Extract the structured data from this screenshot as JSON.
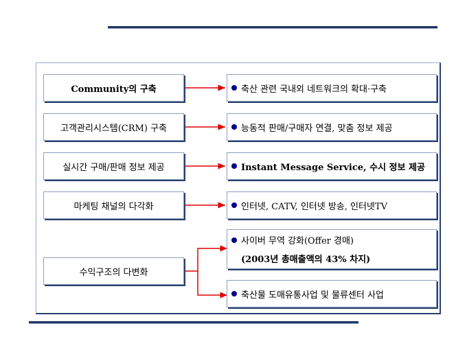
{
  "rows": [
    {
      "left": "Community의 구축",
      "right": "축산 관련 국내외 네트워크의 확대·구축"
    },
    {
      "left": "고객관리시스템(CRM) 구축",
      "right": "능동적 판매/구매자 연결, 맞춤 정보 제공"
    },
    {
      "left": "실시간 구매/판매 정보 제공",
      "right": "Instant Message Service, 수시 정보 제공"
    },
    {
      "left": "마케팅 채널의 다각화",
      "right": "인터넷, CATV, 인터넷 방송, 인터넷TV"
    }
  ],
  "last": {
    "left": "수익구조의 다변화",
    "right1_line1": "사이버 무역 강화(Offer 경매)",
    "right1_line2": "(2003년 총매출액의 43% 차지)",
    "right2": "축산물 도매유통사업 및 물류센터 사업"
  },
  "colors": {
    "navy": "#1f3864",
    "arrow": "#e00000",
    "bullet": "#00008b"
  }
}
